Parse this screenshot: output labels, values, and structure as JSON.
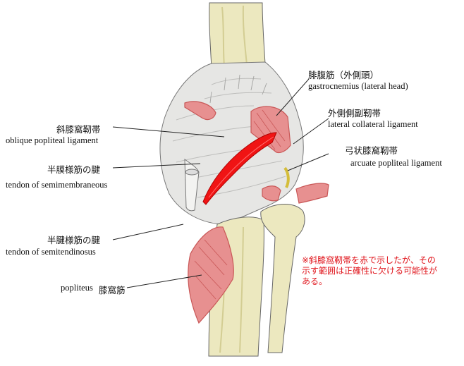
{
  "labels": {
    "gastrocnemius_jp": "腓腹筋（外側頭）",
    "gastrocnemius_en": "gastrocnemius (lateral head)",
    "lateral_collateral_jp": "外側側副靭帯",
    "lateral_collateral_en": "lateral collateral ligament",
    "oblique_popliteal_jp": "斜膝窩靭帯",
    "oblique_popliteal_en": "oblique popliteal ligament",
    "semimembraneous_jp": "半膜様筋の腱",
    "semimembraneous_en": "tendon of semimembraneous",
    "arcuate_jp": "弓状膝窩靭帯",
    "arcuate_en": "arcuate popliteal ligament",
    "semitendinosus_jp": "半腱様筋の腱",
    "semitendinosus_en": "tendon of semitendinosus",
    "popliteus_en": "popliteus",
    "popliteus_jp": "膝窩筋"
  },
  "note": {
    "line1": "※斜膝窩靭帯を赤で示したが、その",
    "line2": "示す範囲は正確性に欠ける可能性が",
    "line3": "ある。"
  },
  "colors": {
    "bone": "#ece8bf",
    "bone_shade": "#d3cd93",
    "capsule": "#e6e6e4",
    "muscle": "#e79090",
    "muscle_dark": "#c95757",
    "ligament_highlight": "#f01414",
    "note_text": "#e0141b"
  }
}
